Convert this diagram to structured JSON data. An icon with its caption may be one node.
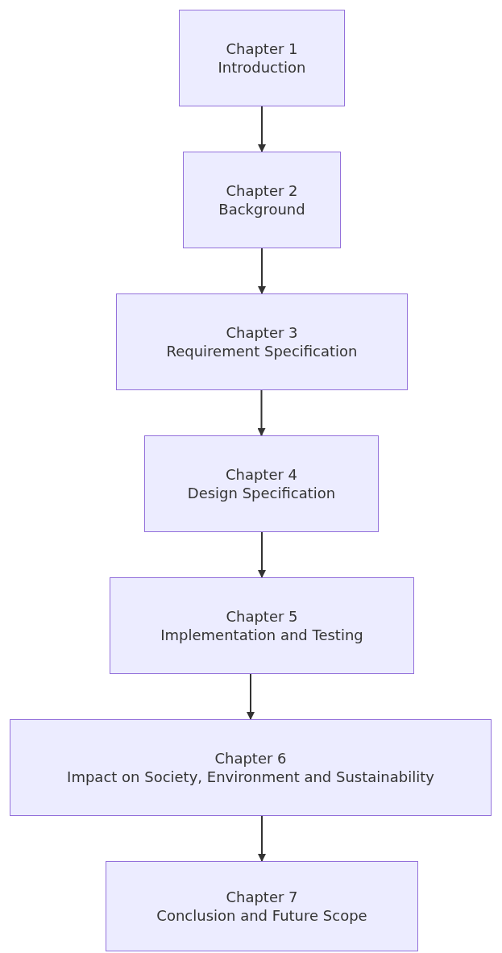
{
  "diagram": {
    "nodes": [
      {
        "text": [
          "Chapter 1",
          "Introduction"
        ]
      },
      {
        "text": [
          "Chapter 2",
          "Background"
        ]
      },
      {
        "text": [
          "Chapter 3",
          "Requirement Specification"
        ]
      },
      {
        "text": [
          "Chapter 4",
          "Design Specification"
        ]
      },
      {
        "text": [
          "Chapter 5",
          "Implementation and Testing"
        ]
      },
      {
        "text": [
          "Chapter 6",
          "Impact on Society, Environment and Sustainability"
        ]
      },
      {
        "text": [
          "Chapter 7",
          "Conclusion and Future Scope"
        ]
      }
    ],
    "edges": [
      {
        "from": 0,
        "to": 1,
        "arrow": "to"
      },
      {
        "from": 1,
        "to": 2,
        "arrow": "to"
      },
      {
        "from": 2,
        "to": 3,
        "arrow": "to"
      },
      {
        "from": 3,
        "to": 4,
        "arrow": "to"
      },
      {
        "from": 4,
        "to": 5,
        "arrow": "to"
      },
      {
        "from": 5,
        "to": 6,
        "arrow": "to"
      }
    ]
  }
}
